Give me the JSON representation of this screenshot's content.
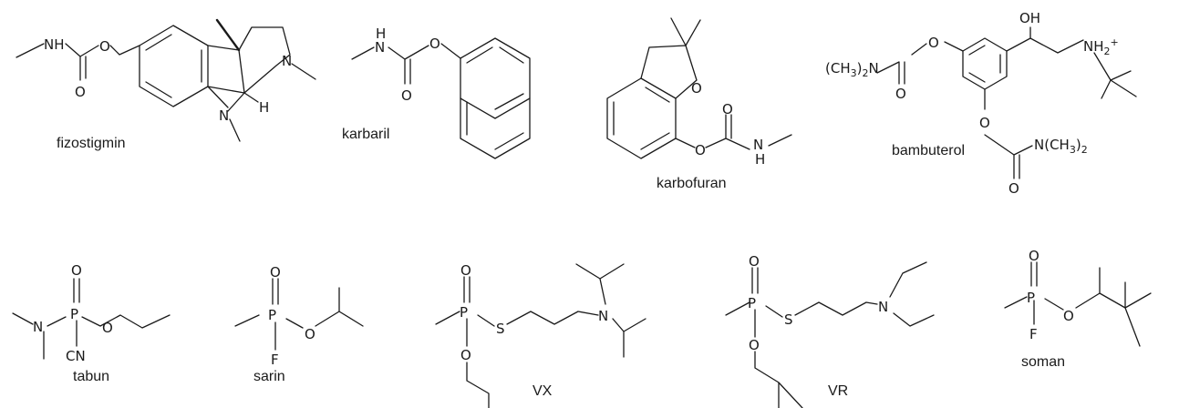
{
  "compounds": [
    {
      "id": "fizostigmin",
      "name": "fizostigmin"
    },
    {
      "id": "karbaril",
      "name": "karbaril"
    },
    {
      "id": "karbofuran",
      "name": "karbofuran"
    },
    {
      "id": "bambuterol",
      "name": "bambuterol"
    },
    {
      "id": "tabun",
      "name": "tabun"
    },
    {
      "id": "sarin",
      "name": "sarin"
    },
    {
      "id": "vx",
      "name": "VX"
    },
    {
      "id": "vr",
      "name": "VR"
    },
    {
      "id": "soman",
      "name": "soman"
    }
  ],
  "atoms": {
    "nh": "NH",
    "n": "N",
    "o": "O",
    "h": "H",
    "p": "P",
    "s": "S",
    "f": "F",
    "cn": "CN",
    "oh": "OH",
    "nme2_left": "(CH3)2N",
    "nme2_right": "N(CH3)2",
    "nh2_plus": "NH2+"
  }
}
